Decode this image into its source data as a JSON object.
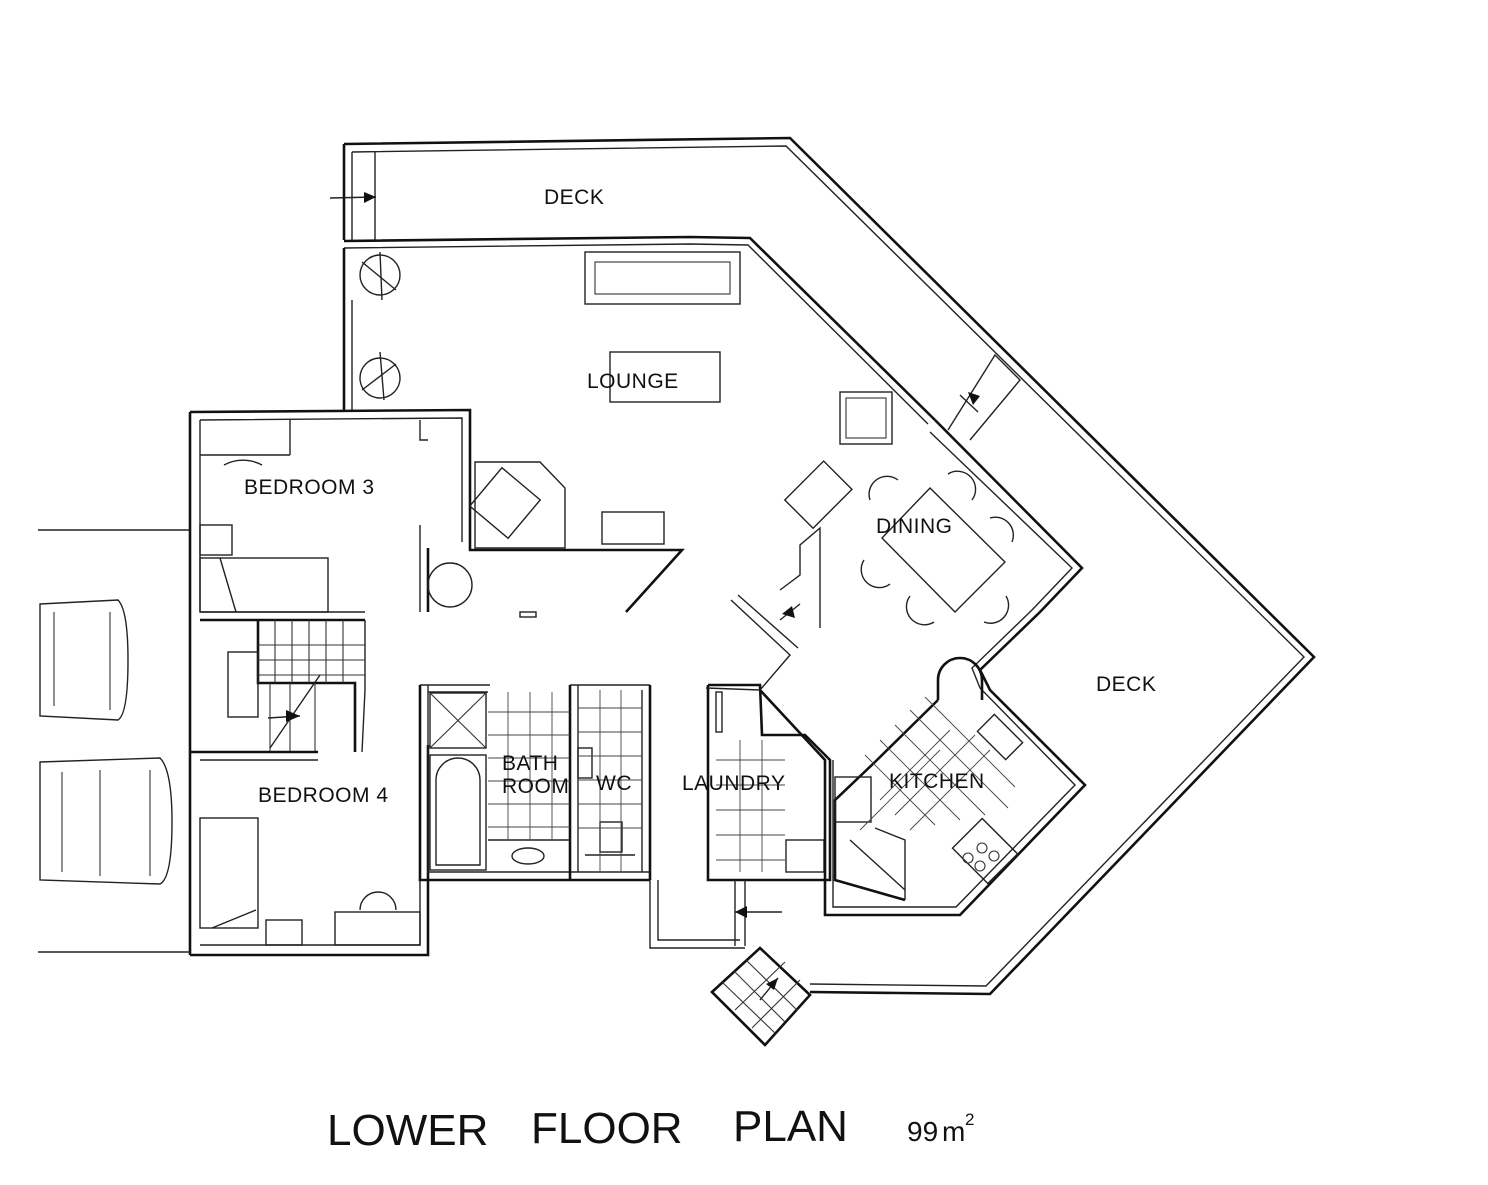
{
  "rooms": {
    "deck_top": "DECK",
    "lounge": "LOUNGE",
    "bedroom3": "BEDROOM 3",
    "dining": "DINING",
    "deck_right": "DECK",
    "bedroom4": "BEDROOM 4",
    "bath_line1": "BATH",
    "bath_line2": "ROOM",
    "wc": "WC",
    "laundry": "LAUNDRY",
    "kitchen": "KITCHEN"
  },
  "title": {
    "word1": "LOWER",
    "word2": "FLOOR",
    "word3": "PLAN",
    "area_value": "99",
    "area_unit": "m",
    "area_exponent": "2"
  }
}
